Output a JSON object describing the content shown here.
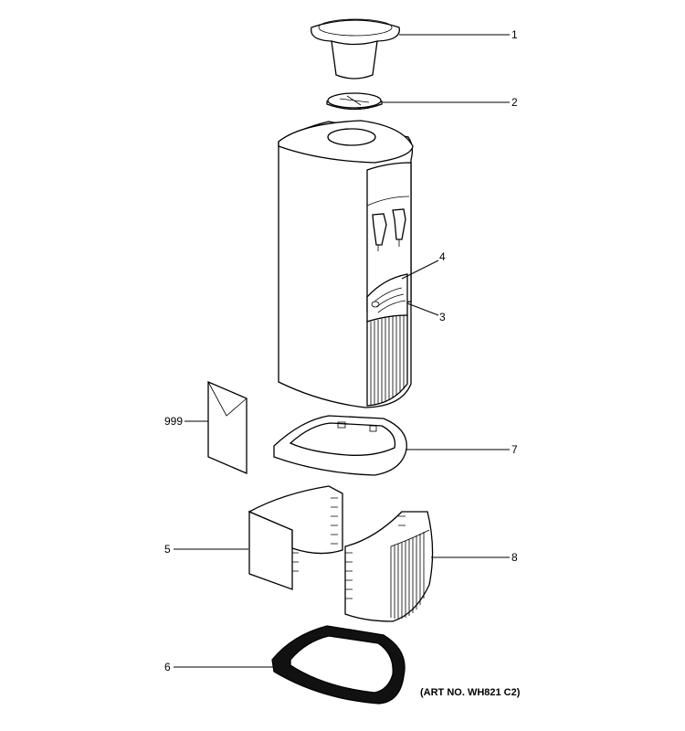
{
  "callouts": {
    "c1": "1",
    "c2": "2",
    "c3": "3",
    "c4": "4",
    "c5": "5",
    "c6": "6",
    "c7": "7",
    "c8": "8",
    "c999": "999"
  },
  "art_number": "(ART NO. WH821 C2)"
}
